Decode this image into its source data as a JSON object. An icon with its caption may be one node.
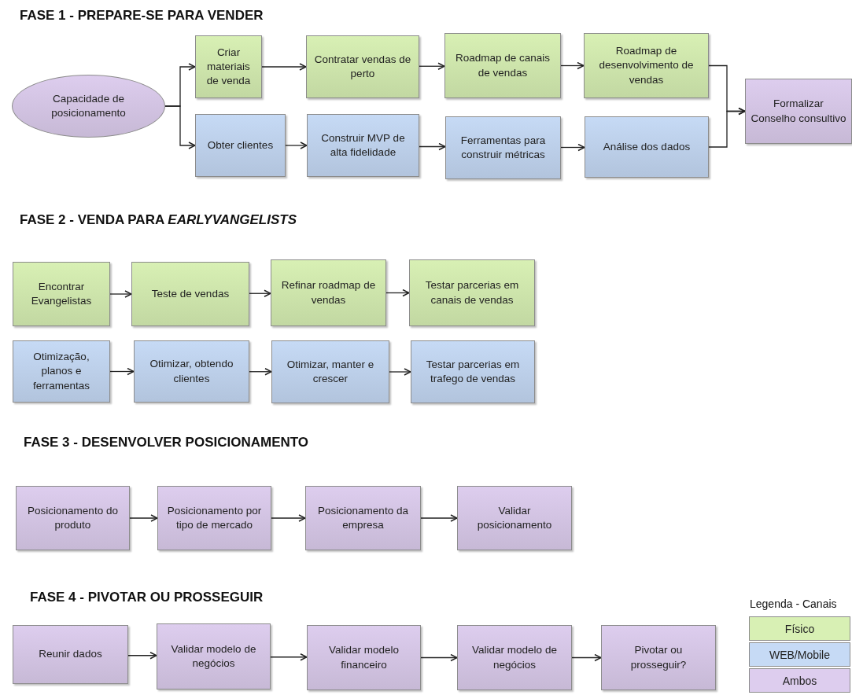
{
  "diagram": {
    "nodes": [
      {
        "text": [
          "Capacidade de posicionamento"
        ]
      },
      {
        "text": [
          "Criar materiais de venda"
        ]
      },
      {
        "text": [
          "Contratar vendas de perto"
        ]
      },
      {
        "text": [
          "Roadmap de canais de vendas"
        ]
      },
      {
        "text": [
          "Roadmap de desenvolvimento de vendas"
        ]
      },
      {
        "text": [
          "Obter clientes"
        ]
      },
      {
        "text": [
          "Construir MVP de alta fidelidade"
        ]
      },
      {
        "text": [
          "Ferramentas para construir métricas"
        ]
      },
      {
        "text": [
          "Análise dos dados"
        ]
      },
      {
        "text": [
          "Formalizar Conselho consultivo"
        ]
      },
      {
        "text": [
          "Encontrar Evangelistas"
        ]
      },
      {
        "text": [
          "Teste de vendas"
        ]
      },
      {
        "text": [
          "Refinar roadmap de vendas"
        ]
      },
      {
        "text": [
          "Testar parcerias em canais de vendas"
        ]
      },
      {
        "text": [
          "Otimização, planos e ferramentas"
        ]
      },
      {
        "text": [
          "Otimizar, obtendo clientes"
        ]
      },
      {
        "text": [
          "Otimizar, manter e crescer"
        ]
      },
      {
        "text": [
          "Testar parcerias em trafego de vendas"
        ]
      },
      {
        "text": [
          "Posicionamento do produto"
        ]
      },
      {
        "text": [
          "Posicionamento por tipo de mercado"
        ]
      },
      {
        "text": [
          "Posicionamento da empresa"
        ]
      },
      {
        "text": [
          "Validar posicionamento"
        ]
      },
      {
        "text": [
          "Reunir dados"
        ]
      },
      {
        "text": [
          "Validar modelo de negócios"
        ]
      },
      {
        "text": [
          "Validar modelo financeiro"
        ]
      },
      {
        "text": [
          "Validar modelo de negócios"
        ]
      },
      {
        "text": [
          "Pivotar ou prosseguir?"
        ]
      }
    ],
    "edges": [
      {
        "from": 0,
        "to": 1,
        "arrow": "to"
      },
      {
        "from": 0,
        "to": 5,
        "arrow": "to"
      },
      {
        "from": 1,
        "to": 2,
        "arrow": "to"
      },
      {
        "from": 2,
        "to": 3,
        "arrow": "to"
      },
      {
        "from": 3,
        "to": 4,
        "arrow": "to"
      },
      {
        "from": 5,
        "to": 6,
        "arrow": "to"
      },
      {
        "from": 6,
        "to": 7,
        "arrow": "to"
      },
      {
        "from": 7,
        "to": 8,
        "arrow": "to"
      },
      {
        "from": 4,
        "to": 9,
        "arrow": "to"
      },
      {
        "from": 8,
        "to": 9,
        "arrow": "to"
      },
      {
        "from": 10,
        "to": 11,
        "arrow": "to"
      },
      {
        "from": 11,
        "to": 12,
        "arrow": "to"
      },
      {
        "from": 12,
        "to": 13,
        "arrow": "to"
      },
      {
        "from": 14,
        "to": 15,
        "arrow": "to"
      },
      {
        "from": 15,
        "to": 16,
        "arrow": "to"
      },
      {
        "from": 16,
        "to": 17,
        "arrow": "to"
      },
      {
        "from": 18,
        "to": 19,
        "arrow": "to"
      },
      {
        "from": 19,
        "to": 20,
        "arrow": "to"
      },
      {
        "from": 20,
        "to": 21,
        "arrow": "to"
      },
      {
        "from": 22,
        "to": 23,
        "arrow": "to"
      },
      {
        "from": 23,
        "to": 24,
        "arrow": "to"
      },
      {
        "from": 24,
        "to": 25,
        "arrow": "to"
      },
      {
        "from": 25,
        "to": 26,
        "arrow": "to"
      }
    ],
    "labels": [
      "FASE 1 - PREPARE-SE PARA VENDER",
      "FASE 2 - VENDA PARA *EARLYVANGELISTS*",
      "FASE 3 - DESENVOLVER POSICIONAMENTO",
      "FASE 4 - PIVOTAR OU PROSSEGUIR",
      "Legenda - Canais"
    ],
    "legend": [
      {
        "text": "Físico",
        "color": "#d8f0b4"
      },
      {
        "text": "WEB/Mobile",
        "color": "#c6daf5"
      },
      {
        "text": "Ambos",
        "color": "#ddcdee"
      }
    ]
  }
}
